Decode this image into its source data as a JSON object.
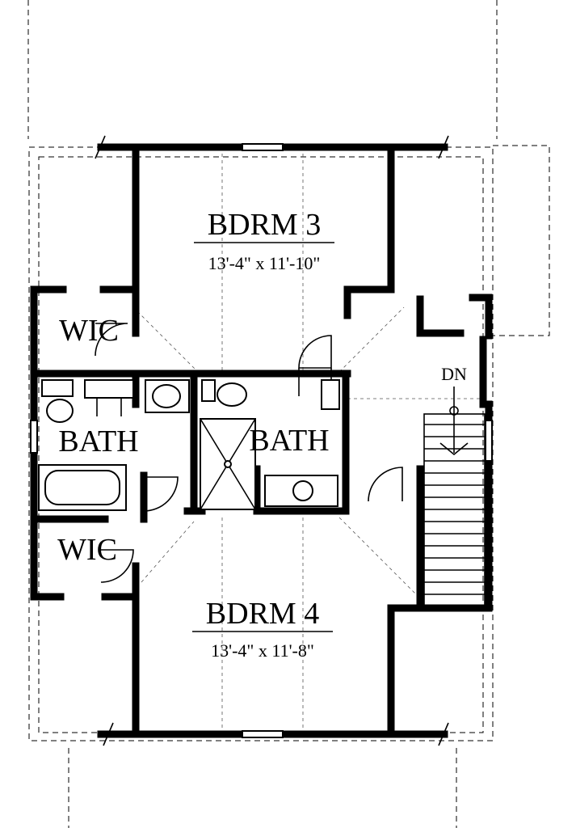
{
  "rooms": {
    "bdrm3": {
      "name": "BDRM 3",
      "dims": "13'-4\" x 11'-10\""
    },
    "bdrm4": {
      "name": "BDRM 4",
      "dims": "13'-4\" x 11'-8\""
    },
    "wic_top": {
      "name": "WIC"
    },
    "wic_bottom": {
      "name": "WIC"
    },
    "bath_left": {
      "name": "BATH"
    },
    "bath_center": {
      "name": "BATH"
    }
  },
  "stair": {
    "label": "DN"
  }
}
